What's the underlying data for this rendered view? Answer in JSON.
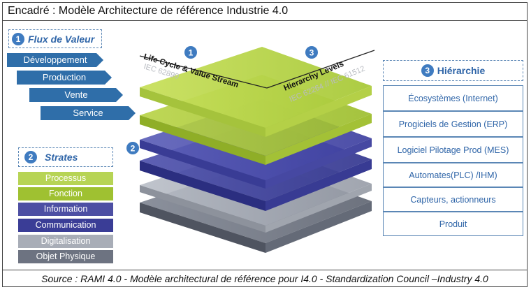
{
  "title": "Encadré : Modèle Architecture de référence Industrie 4.0",
  "source": "Source : RAMI 4.0 - Modèle architectural de référence pour I4.0 - Standardization Council –Industry 4.0",
  "flux": {
    "number": "1",
    "header": "Flux de Valeur",
    "items": [
      "Développement",
      "Production",
      "Vente",
      "Service"
    ]
  },
  "strates": {
    "number": "2",
    "header": "Strates",
    "items": [
      "Processus",
      "Fonction",
      "Information",
      "Communication",
      "Digitalisation",
      "Objet Physique"
    ]
  },
  "hierarchie": {
    "number": "3",
    "header": "Hiérarchie",
    "items": [
      "Écosystèmes (Internet)",
      "Progiciels de Gestion (ERP)",
      "Logiciel Pilotage Prod (MES)",
      "Automates(PLC) /IHM)",
      "Capteurs, actionneurs",
      "Produit"
    ]
  },
  "cube": {
    "marker_1": "1",
    "marker_2": "2",
    "marker_3": "3",
    "left_label": "Life Cycle & Value Stream",
    "left_sublabel": "IEC 62890",
    "right_label": "Hierarchy Levels",
    "right_sublabel": "IEC 62264 // IEC 61512"
  },
  "colors": {
    "accent": "#2f6ea9",
    "processus": "#b7d455",
    "fonction": "#9fc131",
    "information": "#4d4fa3",
    "communication": "#3a3d96",
    "digitalisation": "#a8adb7",
    "objet_physique": "#6d7381"
  }
}
